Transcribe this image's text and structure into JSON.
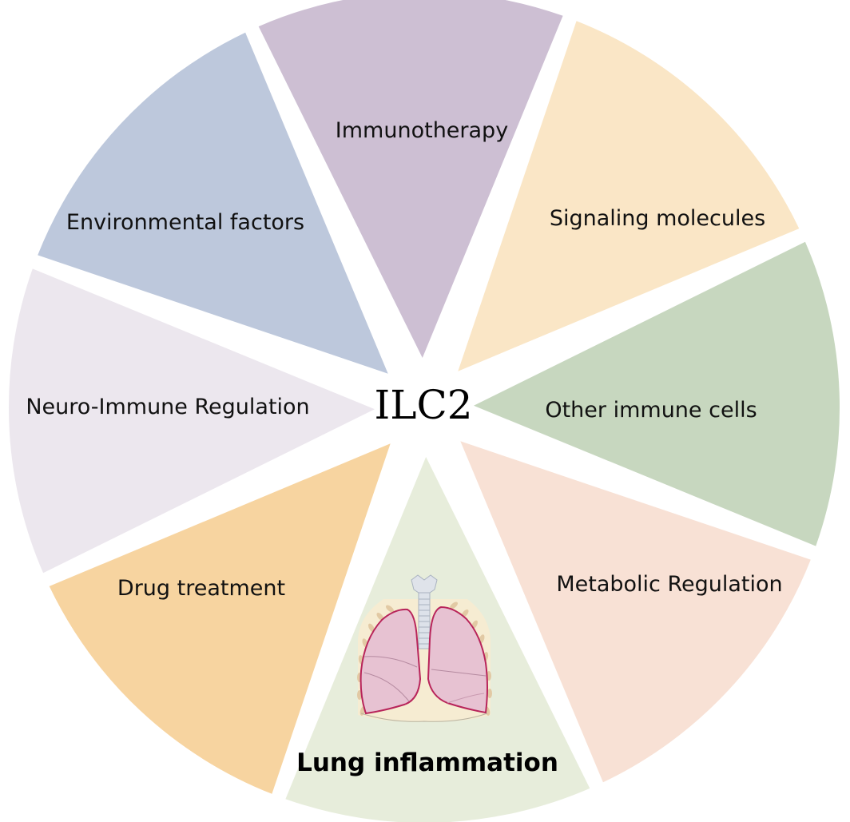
{
  "center": {
    "label": "ILC2"
  },
  "sectors": [
    {
      "label": "Immunotherapy",
      "color": "#cdbfd3",
      "bold": false
    },
    {
      "label": "Signaling molecules",
      "color": "#fae6c6",
      "bold": false
    },
    {
      "label": "Other immune cells",
      "color": "#c7d7bf",
      "bold": false
    },
    {
      "label": "Metabolic Regulation",
      "color": "#f8e1d5",
      "bold": false
    },
    {
      "label": "Lung inflammation",
      "color": "#e7eddb",
      "bold": true,
      "icon": "lungs-icon"
    },
    {
      "label": "Drug treatment",
      "color": "#f7d4a0",
      "bold": false
    },
    {
      "label": "Neuro-Immune Regulation",
      "color": "#ece7ee",
      "bold": false
    },
    {
      "label": "Environmental factors",
      "color": "#bdc8dc",
      "bold": false
    }
  ]
}
